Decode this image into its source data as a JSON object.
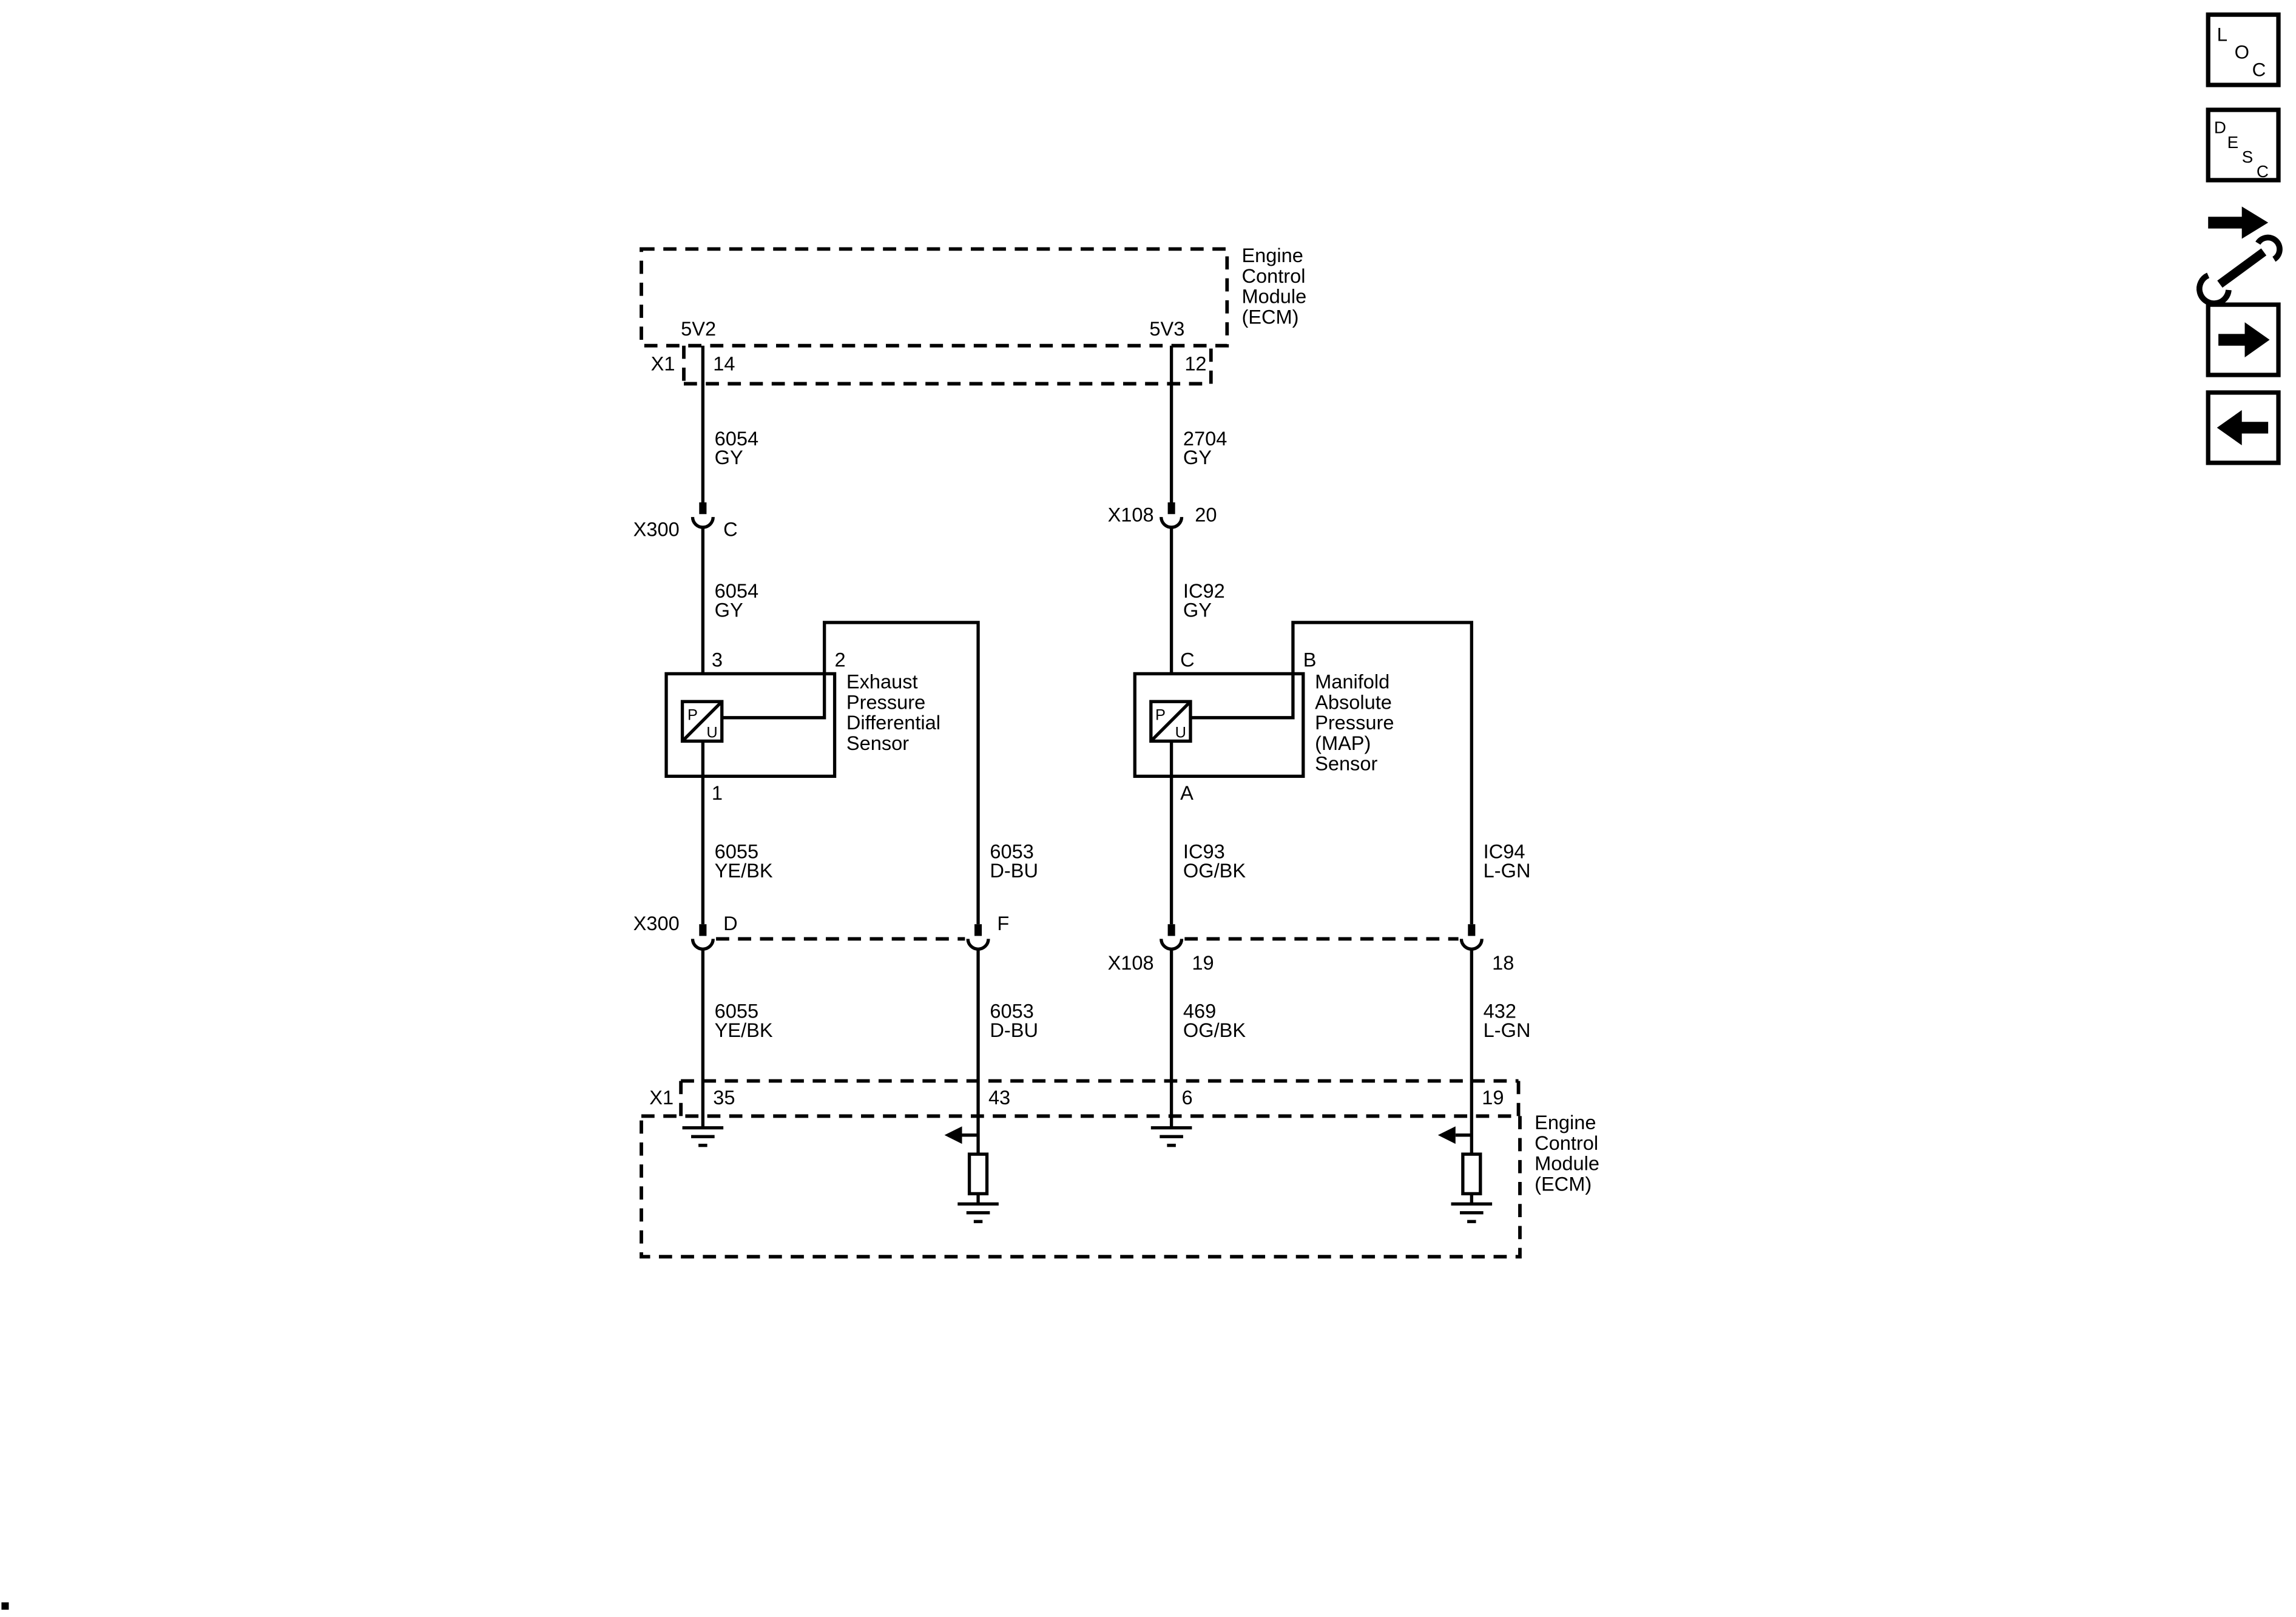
{
  "diagram": {
    "top_ecm": {
      "name": [
        "Engine",
        "Control",
        "Module",
        "(ECM)"
      ],
      "term_left": "5V2",
      "term_right": "5V3",
      "connector": "X1",
      "pin_left": "14",
      "pin_right": "12"
    },
    "supply_left": {
      "wire_a": [
        "6054",
        "GY"
      ],
      "conn": "X300",
      "conn_pin": "C",
      "wire_b": [
        "6054",
        "GY"
      ]
    },
    "supply_right": {
      "wire_a": [
        "2704",
        "GY"
      ],
      "conn": "X108",
      "conn_pin": "20",
      "wire_b": [
        "IC92",
        "GY"
      ]
    },
    "exhaust_sensor": {
      "pin_supply": "3",
      "pin_signal": "2",
      "pin_low": "1",
      "p": "P",
      "u": "U",
      "name": [
        "Exhaust",
        "Pressure",
        "Differential",
        "Sensor"
      ]
    },
    "map_sensor": {
      "pin_supply": "C",
      "pin_signal": "B",
      "pin_low": "A",
      "p": "P",
      "u": "U",
      "name": [
        "Manifold",
        "Absolute",
        "Pressure",
        "(MAP)",
        "Sensor"
      ]
    },
    "low_left": {
      "wire_a": [
        "6055",
        "YE/BK"
      ],
      "conn": "X300",
      "conn_pin": "D",
      "wire_b": [
        "6055",
        "YE/BK"
      ],
      "ecm_pin": "35"
    },
    "signal_left": {
      "wire_a": [
        "6053",
        "D-BU"
      ],
      "conn_pin": "F",
      "wire_b": [
        "6053",
        "D-BU"
      ],
      "ecm_pin": "43"
    },
    "low_right": {
      "wire_a": [
        "IC93",
        "OG/BK"
      ],
      "conn": "X108",
      "conn_pin": "19",
      "wire_b": [
        "469",
        "OG/BK"
      ],
      "ecm_pin": "6"
    },
    "signal_right": {
      "wire_a": [
        "IC94",
        "L-GN"
      ],
      "conn_pin": "18",
      "wire_b": [
        "432",
        "L-GN"
      ],
      "ecm_pin": "19"
    },
    "bottom_ecm": {
      "connector": "X1",
      "name": [
        "Engine",
        "Control",
        "Module",
        "(ECM)"
      ]
    }
  },
  "toolbar": {
    "loc": [
      "L",
      "O",
      "C"
    ],
    "desc": [
      "D",
      "E",
      "S",
      "C"
    ]
  }
}
